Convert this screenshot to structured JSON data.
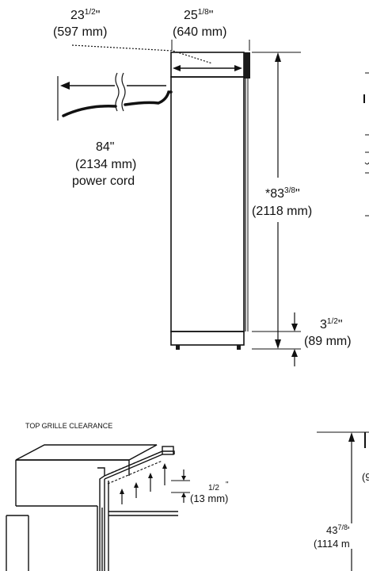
{
  "dims": {
    "depth_without_door": {
      "inch": "23",
      "frac": "1/2",
      "mm": "(597 mm)"
    },
    "depth_with_door": {
      "inch": "25",
      "frac": "1/8",
      "mm": "(640 mm)"
    },
    "power_cord": {
      "inch": "84\"",
      "mm": "(2134 mm)",
      "label": "power cord"
    },
    "height": {
      "inch": "*83",
      "frac": "3/8",
      "mm": "(2118 mm)"
    },
    "toe_kick": {
      "inch": "3",
      "frac": "1/2",
      "mm": "(89 mm)"
    },
    "grille_gap": {
      "frac": "1/2",
      "mm": "(13 mm)"
    },
    "side": {
      "inch": "43",
      "frac": "7/8",
      "mm": "(1114 m",
      "partial": "(9"
    }
  },
  "sections": {
    "top_grille_title": "TOP GRILLE CLEARANCE"
  }
}
